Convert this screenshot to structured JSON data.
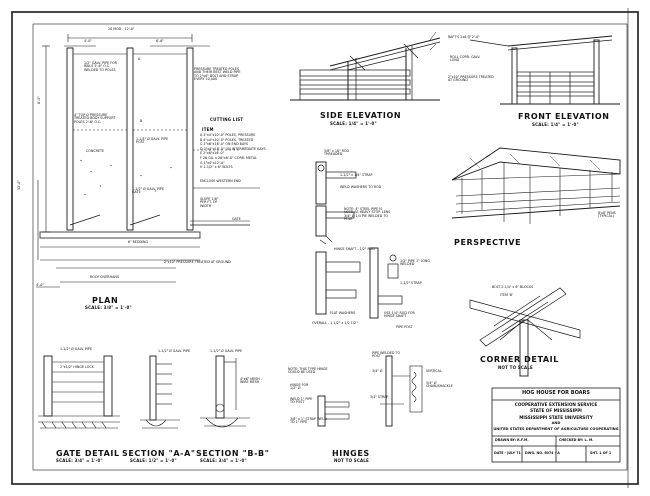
{
  "views": {
    "plan": {
      "title": "PLAN",
      "scale": "SCALE: 3/8\" = 1'-0\""
    },
    "side_elevation": {
      "title": "SIDE ELEVATION",
      "scale": "SCALE: 1/4\" = 1'-0\""
    },
    "front_elevation": {
      "title": "FRONT ELEVATION",
      "scale": "SCALE: 1/4\" = 1'-0\""
    },
    "perspective": {
      "title": "PERSPECTIVE"
    },
    "corner_detail": {
      "title": "CORNER DETAIL",
      "scale": "NOT TO SCALE"
    },
    "gate_detail": {
      "title": "GATE DETAIL",
      "scale": "SCALE: 3/4\" = 1'-0\""
    },
    "section_a": {
      "title": "SECTION \"A-A\"",
      "scale": "SCALE: 1/2\" = 1'-0\""
    },
    "section_b": {
      "title": "SECTION \"B-B\"",
      "scale": "SCALE: 3/4\" = 1'-0\""
    },
    "hinges": {
      "title": "HINGES",
      "scale": "NOT TO SCALE"
    }
  },
  "cutting_list": {
    "title": "CUTTING LIST",
    "header": "ITEM",
    "items": [
      "A  4\"x4\"x10'-0\" POLES, PRESSURE",
      "B  4\"x4\"x10'-0\" POLES, TREATED",
      "C  2\"x6\"x16'-0\" ON END BAYS",
      "D  2\"x4\"x16'-0\" ON INTERMEDIATE BAYS",
      "E  2\"x6\"x16'-0\"",
      "F  26 GA. x 26\"x8'-0\" CORR. METAL",
      "G  1\"x4\"x12'-0\"",
      "H  1-1/2\" x 6\" BOLTS"
    ]
  },
  "plan_notes": {
    "top_dim": "20 MOD - 12'-0\"",
    "dim_left": "4'-0\"",
    "dim_right": "6'-6\"",
    "dim_left_vertical": "8'-0\"",
    "note_gate_pipe": "1/2\" GALV. PIPE FOR RAILS 5'-6\" O.C. WELDED TO POLES",
    "note_pressure_treated": "PRESSURE TREATED POLES AND THEIR BEST WELD PIPE TO 2\"x6\" BOLT AND STRAP EVERY 10,000",
    "note_poles": "4\" TOP Ø PRESSURE TREATED BODY SUPPORT POLES 2'-6\" O.C.",
    "note_gate_post": "1-1/4\" Ø GALV. PIPE POST",
    "note_concrete": "CONCRETE",
    "note_gate": "1-1/2\" Ø GALV. PIPE GATE",
    "note_gate_right": "GATE",
    "note_slope": "SLOPE 1/8\" PER FT. OF WIDTH",
    "note_enclose": "ENCLOSE WESTERN END",
    "note_bedding": "6\" BEDDING",
    "note_treated": "2\"x10\" PRESSURE TREATED AT GROUND",
    "note_overhang": "ROOF OVERHANG",
    "label_a": "A",
    "label_b": "B",
    "dim_bottom": "4'-0\"",
    "side_label": "32'-0\""
  },
  "elevation_notes": {
    "rafters": "RAFT'S 2x6 @ 2'-0\"",
    "roof": "ROLL CORR. GALV. LONG",
    "treated": "2\"x10\" PRESSURE TREATED AT GROUND"
  },
  "hinge_notes": [
    "5/8\" x 16\" ROD THREADED",
    "1-1/2\" x 1/4\" STRAP",
    "WELD WASHERS TO ROD",
    "NOTE: 4\" STEEL PIPE IS USED AS HEAVY STOP. LENS 3/4\" Ø 1/4 PIE WELDED TO POLE",
    "HINGE SHAFT - 1/2\" ROD",
    "1/2\" PIPE 1\" LONG WELDED",
    "1-1/2\" STRAP",
    "FLAT WASHERS",
    "OVERALL - 1-1/2\" x 1/2 1/2\"",
    "USE 1/4\" ROD FOR HINGE SHAFT",
    "PIPE POST"
  ],
  "hinge_section_notes": [
    "NOTE: THIS TYPE HINGE COULD BE USED",
    "HINGE FOR 1/2\" Ø",
    "WELD 1\" PIPE TO POST",
    "3/8\" x 1\" STRAP WELD TO 1\" PIPE",
    "PIPE WELDED TO POST",
    "3/4\" Ø",
    "3/4\" STRAP",
    "3/4\" Ø CHAIN/SHACKLE",
    "VERTICAL"
  ],
  "section_notes": {
    "gate_top": "1-1/2\" Ø GALV. PIPE",
    "gate_ring": "2\"x1/2\" HINGE LOCK",
    "sec_a_top": "1-1/2\" Ø GALV. PIPE",
    "sec_b_top": "1-1/2\" Ø GALV. PIPE",
    "sec_b_note": "4\"x6\" MESH - WIRE MESH"
  },
  "perspective_notes": {
    "label": "8'x8' PENS (TYPICAL)"
  },
  "corner_notes": {
    "bolt": "BOLT 2-1/4\" x 6\" BLOCKS",
    "item": "ITEM 'B'"
  },
  "title_block": {
    "title": "HOG HOUSE FOR BOARS",
    "org1": "COOPERATIVE EXTENSION SERVICE",
    "org2": "STATE OF MISSISSIPPI",
    "org3": "MISSISSIPPI STATE UNIVERSITY",
    "org4": "AND",
    "org5": "UNITED STATES DEPARTMENT OF AGRICULTURE COOPERATING",
    "drawn": "DRAWN BY: R.F.M.",
    "checked": "CHECKED BY: L. M.",
    "date": "DATE - JULY 71",
    "dwg": "DWG. NO. 6074 - A",
    "sheet": "SHT. 1 OF 1"
  }
}
